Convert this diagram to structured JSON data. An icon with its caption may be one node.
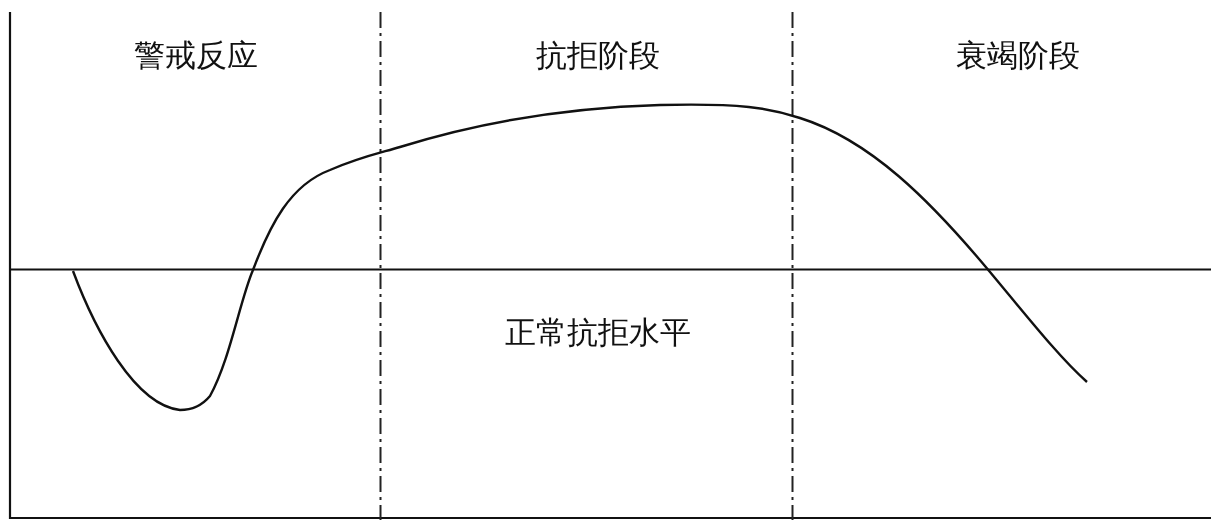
{
  "diagram": {
    "labels": [
      "警戒反应",
      "抗拒阶段",
      "衰竭阶段",
      "正常抗拒水平"
    ]
  }
}
